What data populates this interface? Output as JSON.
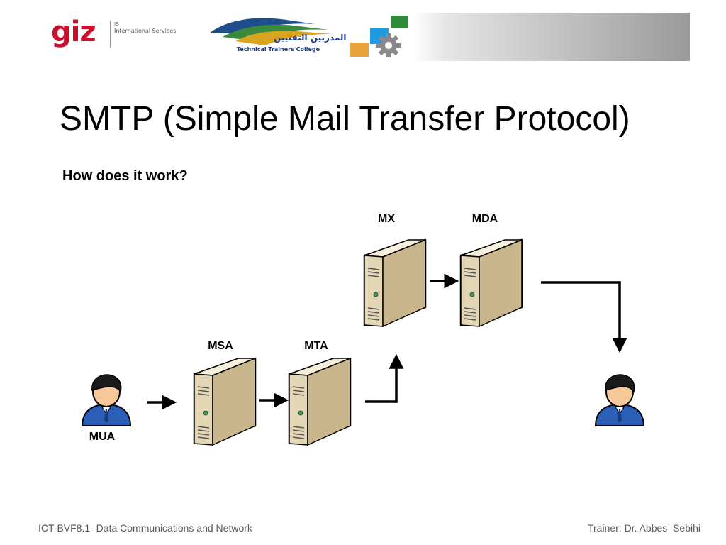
{
  "header": {
    "giz_logo": {
      "wordmark": "giz",
      "superscript": "IS",
      "subline": "International Services"
    },
    "ttc_logo": {
      "arabic_name": "كلية المدربين التقنيين",
      "english_name": "Technical Trainers College"
    },
    "gear_logo_icon": "gear-logo-icon"
  },
  "slide": {
    "title": "SMTP (Simple Mail Transfer Protocol)",
    "subtitle": "How does it work?"
  },
  "diagram": {
    "nodes": [
      {
        "id": "mua",
        "label": "MUA",
        "icon": "user-icon"
      },
      {
        "id": "msa",
        "label": "MSA",
        "icon": "server-icon"
      },
      {
        "id": "mta",
        "label": "MTA",
        "icon": "server-icon"
      },
      {
        "id": "mx",
        "label": "MX",
        "icon": "server-icon"
      },
      {
        "id": "mda",
        "label": "MDA",
        "icon": "server-icon"
      },
      {
        "id": "recipient",
        "label": "",
        "icon": "user-icon"
      }
    ],
    "edges": [
      {
        "from": "mua",
        "to": "msa"
      },
      {
        "from": "msa",
        "to": "mta"
      },
      {
        "from": "mta",
        "to": "mx"
      },
      {
        "from": "mx",
        "to": "mda"
      },
      {
        "from": "mda",
        "to": "recipient"
      }
    ],
    "colors": {
      "server_body": "#ede3c8",
      "server_side": "#c9b68c",
      "user_shirt": "#2b5fb5",
      "user_hair": "#1a1a1a",
      "user_skin": "#f6c89a"
    }
  },
  "footer": {
    "left": "ICT-BVF8.1- Data Communications and Network",
    "right": "Trainer: Dr. Abbes  Sebihi"
  }
}
